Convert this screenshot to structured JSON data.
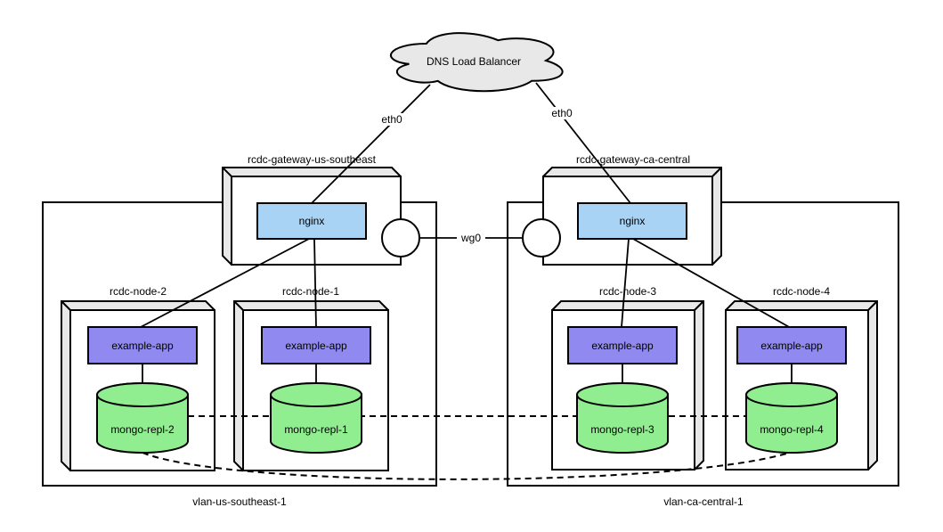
{
  "diagram": {
    "cloud": {
      "label": "DNS Load Balancer"
    },
    "links": {
      "eth0_left": "eth0",
      "eth0_right": "eth0",
      "wg0": "wg0"
    },
    "gateways": [
      {
        "name": "rcdc-gateway-us-southeast",
        "service": "nginx"
      },
      {
        "name": "rcdc-gateway-ca-central",
        "service": "nginx"
      }
    ],
    "vlans": [
      {
        "label": "vlan-us-southeast-1"
      },
      {
        "label": "vlan-ca-central-1"
      }
    ],
    "nodes": [
      {
        "name": "rcdc-node-2",
        "app": "example-app",
        "db": "mongo-repl-2"
      },
      {
        "name": "rcdc-node-1",
        "app": "example-app",
        "db": "mongo-repl-1"
      },
      {
        "name": "rcdc-node-3",
        "app": "example-app",
        "db": "mongo-repl-3"
      },
      {
        "name": "rcdc-node-4",
        "app": "example-app",
        "db": "mongo-repl-4"
      }
    ],
    "colors": {
      "nginx": "#a9d3f5",
      "app": "#9089ef",
      "db": "#90ee90",
      "bevel": "#e8e8e8",
      "cloud": "#e8e8e8",
      "stroke": "#000000",
      "background": "#ffffff"
    }
  }
}
